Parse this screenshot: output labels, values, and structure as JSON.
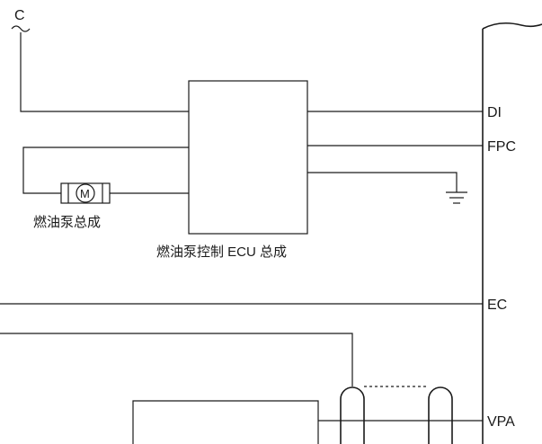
{
  "diagram": {
    "connector_label": "C",
    "motor_symbol": "M",
    "fuel_pump_label": "燃油泵总成",
    "pump_ecu_label": "燃油泵控制 ECU 总成",
    "pins": {
      "di": "DI",
      "fpc": "FPC",
      "ec": "EC",
      "vpa": "VPA"
    }
  }
}
